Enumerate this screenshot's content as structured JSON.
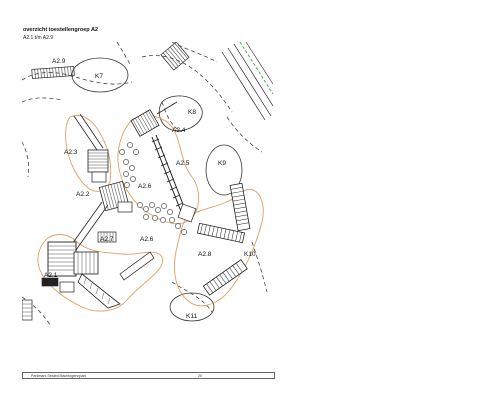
{
  "header": {
    "title": "overzicht toestellengroep A2",
    "subtitle": "A2.1 t/m A2.9"
  },
  "labels": {
    "a29": "A2.9",
    "k7": "K7",
    "k8": "K8",
    "a24": "A2.4",
    "a23": "A2.3",
    "a25": "A2.5",
    "k9": "K9",
    "a26": "A2.6",
    "a22": "A2.2",
    "a27": "A2.7",
    "a26b": "A2.6",
    "a28": "A2.8",
    "k10": "K10",
    "a21": "A2.1",
    "k11": "K11"
  },
  "footer": {
    "left": "Parkmark Sealed Machtogennpark",
    "page": "20"
  },
  "colors": {
    "outline": "#e0a060",
    "drawing": "#222222",
    "accent_green": "#3aa040"
  }
}
